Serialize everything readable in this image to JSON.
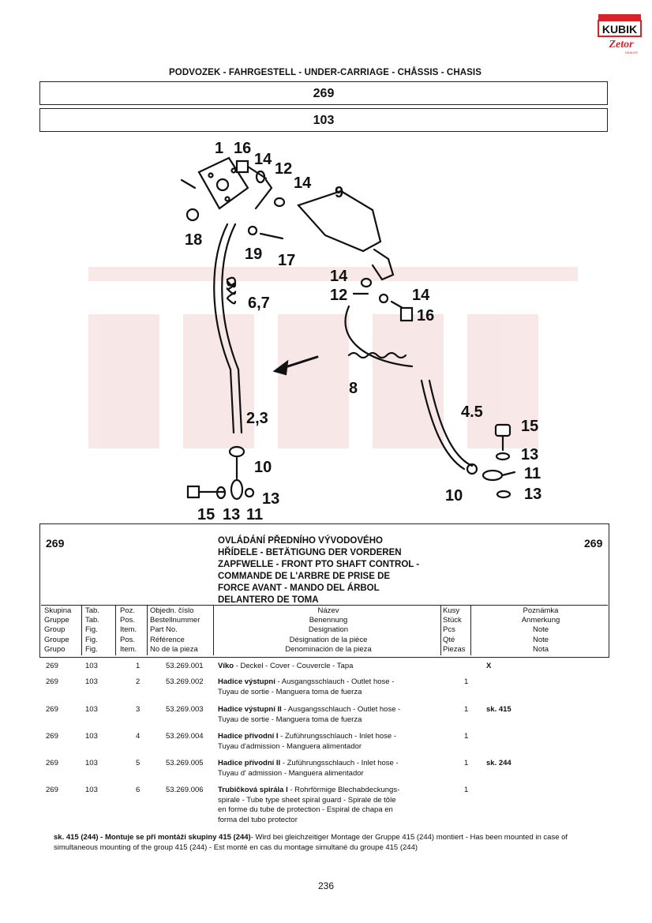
{
  "logo": {
    "brand": "KUBIK",
    "sub": "Zetor",
    "tag": "DEALER"
  },
  "heading": "PODVOZEK - FAHRGESTELL - UNDER-CARRIAGE - CHÅSSIS - CHASIS",
  "group_number": "269",
  "table_number": "103",
  "diagram_labels": {
    "l1": "1",
    "l16a": "16",
    "l14a": "14",
    "l12a": "12",
    "l14b": "14",
    "l9": "9",
    "l18": "18",
    "l19": "19",
    "l17": "17",
    "l67": "6,7",
    "l14c": "14",
    "l12b": "12",
    "l14d": "14",
    "l16b": "16",
    "l8": "8",
    "l23": "2,3",
    "l45": "4.5",
    "l15a": "15",
    "l13a": "13",
    "l11a": "11",
    "l10a": "10",
    "l10b": "10",
    "l13b": "13",
    "l15b": "15",
    "l13c": "13",
    "l11b": "11",
    "l13d": "13"
  },
  "info": {
    "group_left": "269",
    "group_right": "269",
    "title_lines": [
      "OVLÁDÁNÍ PŘEDNÍHO VÝVODOVÉHO",
      "HŘÍDELE - BETÄTIGUNG DER VORDEREN",
      "ZAPFWELLE - FRONT PTO SHAFT CONTROL -",
      "COMMANDE DE L'ARBRE DE PRISE DE",
      "FORCE AVANT - MANDO DEL ÁRBOL",
      "DELANTERO DE TOMA"
    ]
  },
  "columns": {
    "group": [
      "Skupina",
      "Gruppe",
      "Group",
      "Groupe",
      "Grupo"
    ],
    "tab": [
      "Tab.",
      "Tab.",
      "Fig.",
      "Fig.",
      "Fig."
    ],
    "pos": [
      "Poz.",
      "Pos.",
      "Item.",
      "Pos.",
      "Item."
    ],
    "part": [
      "Objedn. číslo",
      "Bestellnummer",
      "Part No.",
      "Référence",
      "No de la pieza"
    ],
    "desc": [
      "Název",
      "Benennung",
      "Designation",
      "Désignation de la pièce",
      "Denominación de la pieza"
    ],
    "qty": [
      "Kusy",
      "Stück",
      "Pcs",
      "Qté",
      "Piezas"
    ],
    "note": [
      "Poznámka",
      "Anmerkung",
      "Note",
      "Note",
      "Nota"
    ]
  },
  "rows": [
    {
      "group": "269",
      "tab": "103",
      "pos": "1",
      "part": "53.269.001",
      "name": "Víko",
      "desc": " - Deckel - Cover - Couvercle - Tapa",
      "desc2": "",
      "desc3": "",
      "desc4": "",
      "qty": "",
      "note": "X"
    },
    {
      "group": "269",
      "tab": "103",
      "pos": "2",
      "part": "53.269.002",
      "name": "Hadice výstupní",
      "desc": " - Ausgangsschlauch - Outlet hose -",
      "desc2": "Tuyau de sortie - Manguera toma de fuerza",
      "desc3": "",
      "desc4": "",
      "qty": "1",
      "note": ""
    },
    {
      "group": "269",
      "tab": "103",
      "pos": "3",
      "part": "53.269.003",
      "name": "Hadice výstupní II",
      "desc": " - Ausgangsschlauch - Outlet hose -",
      "desc2": "Tuyau de sortie - Manguera toma de fuerza",
      "desc3": "",
      "desc4": "",
      "qty": "1",
      "note": "sk. 415"
    },
    {
      "group": "269",
      "tab": "103",
      "pos": "4",
      "part": "53.269.004",
      "name": "Hadice přívodní I",
      "desc": " - Zuführungsschlauch - Inlet hose -",
      "desc2": "Tuyau d'admission - Manguera alimentador",
      "desc3": "",
      "desc4": "",
      "qty": "1",
      "note": ""
    },
    {
      "group": "269",
      "tab": "103",
      "pos": "5",
      "part": "53.269.005",
      "name": "Hadice přívodní II",
      "desc": " - Zuführungsschlauch - Inlet hose -",
      "desc2": "Tuyau d' admission - Manguera alimentador",
      "desc3": "",
      "desc4": "",
      "qty": "1",
      "note": "sk. 244"
    },
    {
      "group": "269",
      "tab": "103",
      "pos": "6",
      "part": "53.269.006",
      "name": "Trubičková spirála I",
      "desc": " - Rohrförmige Blechabdeckungs-",
      "desc2": "spirale - Tube type sheet spiral guard - Spirale de tôle",
      "desc3": "en forme du tube de protection - Espiral de chapa en",
      "desc4": "forma del tubo protector",
      "qty": "1",
      "note": ""
    }
  ],
  "footnote": {
    "bold": "sk. 415 (244) - Montuje se při montáži skupiny 415 (244)",
    "rest": "- Wird bei gleichzeitiger Montage der Gruppe 415 (244) montiert - Has been mounted in case of simultaneous mounting of the group 415 (244) - Est monté en cas du montage simultané du groupe 415 (244)"
  },
  "page_number": "236",
  "colors": {
    "logo_red": "#d8232a",
    "watermark": "#f3d6d6",
    "ink": "#111111"
  }
}
